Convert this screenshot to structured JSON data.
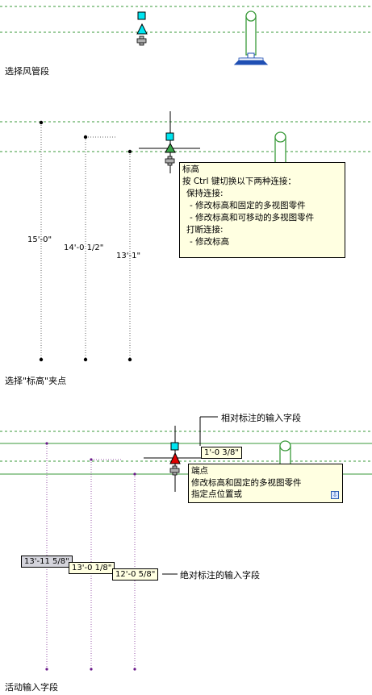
{
  "panel1": {
    "caption": "选择风管段"
  },
  "panel2": {
    "caption": "选择\"标高\"夹点",
    "dimensions": [
      "15'-0\"",
      "14'-0 1/2\"",
      "13'-1\""
    ],
    "tooltip": {
      "title": "标高",
      "instruction": "按 Ctrl 键切换以下两种连接：",
      "group1": "保持连接:",
      "option1": "- 修改标高和固定的多视图零件",
      "option2": "- 修改标高和可移动的多视图零件",
      "group2": "打断连接:",
      "option3": "- 修改标高"
    }
  },
  "panel3": {
    "caption": "活动输入字段",
    "relative_field": "1'-0 3/8\"",
    "relative_callout": "相对标注的输入字段",
    "absolute_callout": "绝对标注的输入字段",
    "absolute_fields": [
      "13'-11 5/8\"",
      "13'-0 1/8\"",
      "12'-0 5/8\""
    ],
    "tooltip": {
      "line1": "端点",
      "line2": "修改标高和固定的多视图零件",
      "line3": "指定点位置或"
    }
  },
  "colors": {
    "guide_green": "#3a9a3a",
    "grip_cyan": "#00e5f0",
    "arrow_red": "#e00000",
    "duct_blue": "#1f4fb4",
    "tooltip_bg": "#ffffe1"
  }
}
